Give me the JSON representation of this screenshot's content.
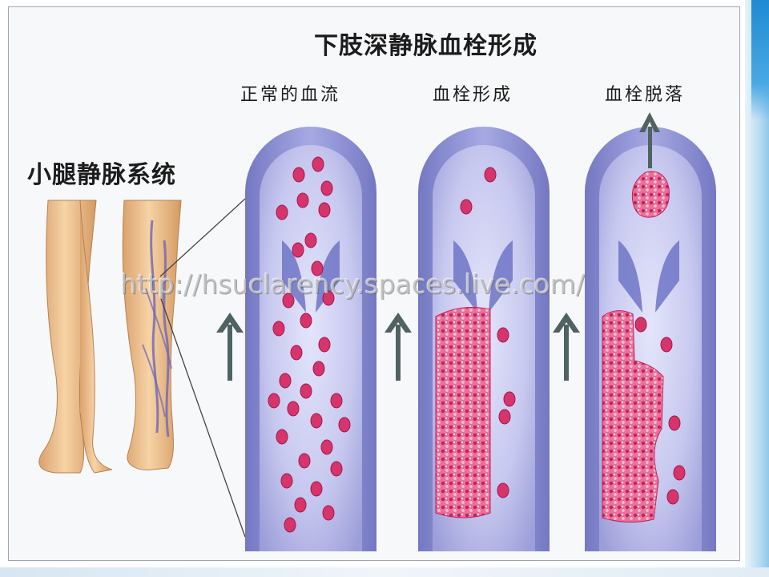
{
  "diagram": {
    "title": "下肢深静脉血栓形成",
    "leg_label": "小腿静脉系统",
    "panels": [
      {
        "label": "正常的血流"
      },
      {
        "label": "血栓形成"
      },
      {
        "label": "血栓脱落"
      }
    ],
    "watermark": "http://hsuclarency.spaces.live.com/"
  },
  "colors": {
    "vein_outer": "#8c8fd0",
    "vein_inner": "#c7c8ef",
    "blood_cell": "#d6356c",
    "clot": "#e25a86",
    "arrow": "#4f6362",
    "skin": "#f1c896"
  },
  "icons": [
    "up-arrow-icon",
    "red-blood-cell-icon"
  ]
}
